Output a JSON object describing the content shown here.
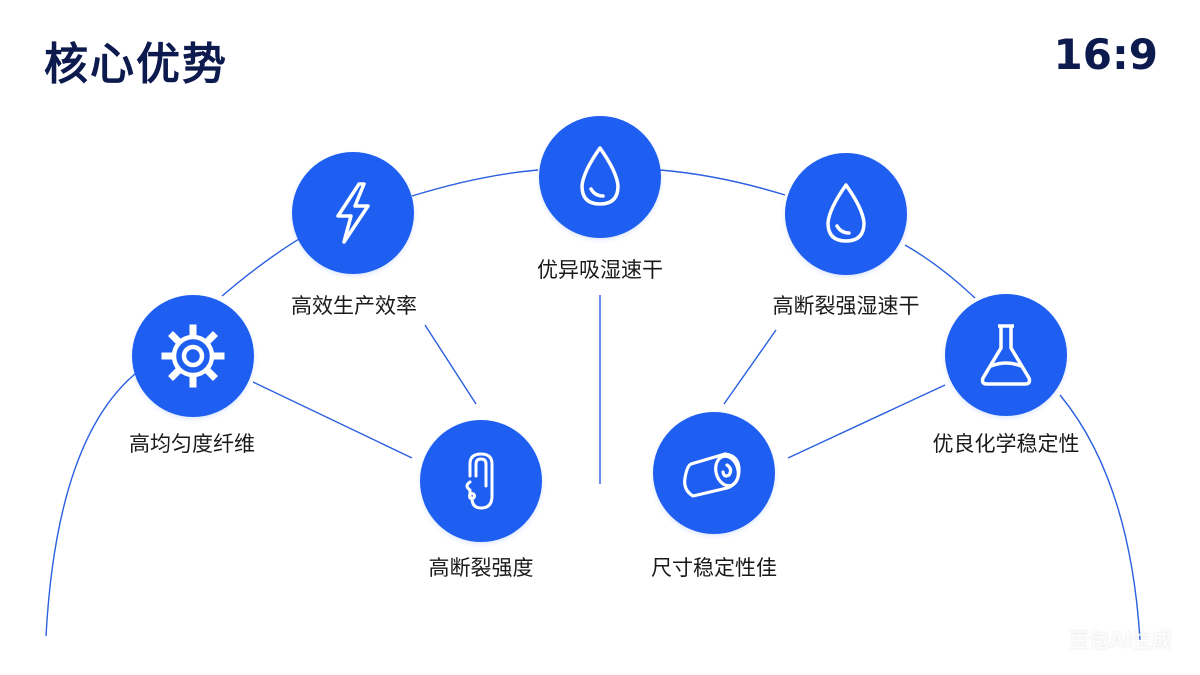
{
  "title": "核心优势",
  "aspect_label": "16:9",
  "watermark": "豆包AI生成",
  "accent_color": "#1e5ef0",
  "nodes": [
    {
      "id": "gear",
      "icon": "gear-icon",
      "label": "高均匀度纤维"
    },
    {
      "id": "bolt",
      "icon": "lightning-icon",
      "label": "高效生产效率"
    },
    {
      "id": "hook",
      "icon": "fiber-hook-icon",
      "label": "高断裂强度"
    },
    {
      "id": "drop1",
      "icon": "water-drop-icon",
      "label": "优异吸湿速干"
    },
    {
      "id": "roll",
      "icon": "fabric-roll-icon",
      "label": "尺寸稳定性佳"
    },
    {
      "id": "drop2",
      "icon": "water-drop-icon",
      "label": "高断裂强湿速干"
    },
    {
      "id": "flask",
      "icon": "flask-icon",
      "label": "优良化学稳定性"
    }
  ]
}
